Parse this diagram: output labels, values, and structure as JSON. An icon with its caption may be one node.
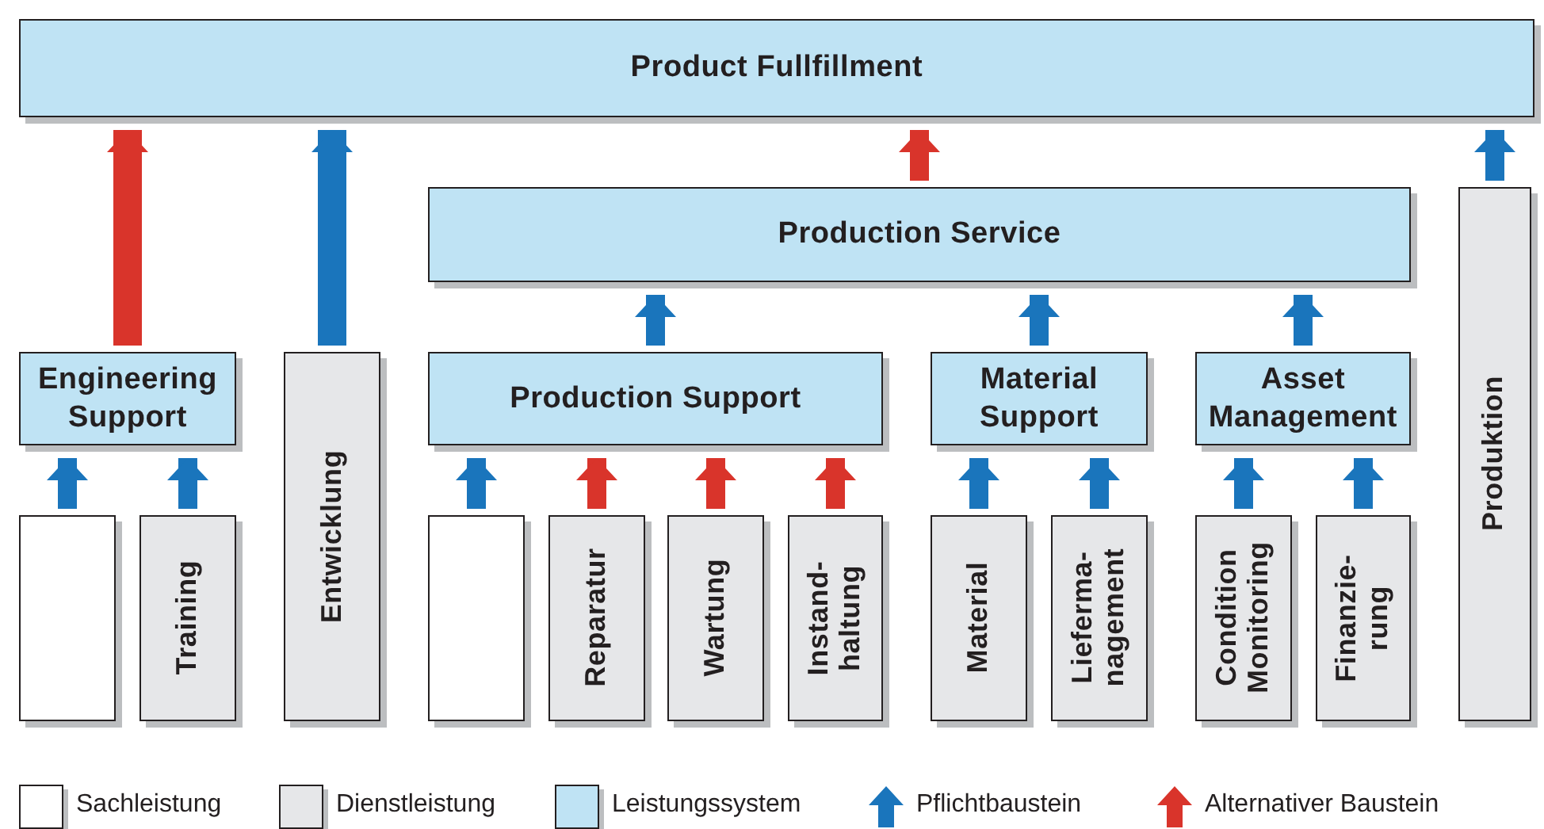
{
  "diagram": {
    "nodes": [
      {
        "text": [
          "Product Fullfillment"
        ]
      },
      {
        "text": [
          "Production Service"
        ]
      },
      {
        "text": [
          "Engineering Support"
        ]
      },
      {
        "text": [
          "Entwicklung"
        ]
      },
      {
        "text": [
          "Production Support"
        ]
      },
      {
        "text": [
          "Material Support"
        ]
      },
      {
        "text": [
          "Asset Management"
        ]
      },
      {
        "text": [
          "Produktion"
        ]
      },
      {
        "text": [],
        "shape": "box"
      },
      {
        "text": [
          "Training"
        ]
      },
      {
        "text": [],
        "shape": "box"
      },
      {
        "text": [
          "Reparatur"
        ]
      },
      {
        "text": [
          "Wartung"
        ]
      },
      {
        "text": [
          "Instand- haltung"
        ]
      },
      {
        "text": [
          "Material"
        ]
      },
      {
        "text": [
          "Lieferma- nagement"
        ]
      },
      {
        "text": [
          "Condition Monitoring"
        ]
      },
      {
        "text": [
          "Finanzie- rung"
        ]
      }
    ],
    "edges": [
      {
        "from": 2,
        "to": 0,
        "arrow": "to",
        "color": "#d9342b"
      },
      {
        "from": 3,
        "to": 0,
        "arrow": "to"
      },
      {
        "from": 1,
        "to": 0,
        "arrow": "to",
        "color": "#d9342b"
      },
      {
        "from": 7,
        "to": 0,
        "arrow": "to"
      },
      {
        "from": 4,
        "to": 1,
        "arrow": "to"
      },
      {
        "from": 5,
        "to": 1,
        "arrow": "to"
      },
      {
        "from": 6,
        "to": 1,
        "arrow": "to"
      },
      {
        "from": 8,
        "to": 2,
        "arrow": "to"
      },
      {
        "from": 9,
        "to": 2,
        "arrow": "to"
      },
      {
        "from": 10,
        "to": 4,
        "arrow": "to"
      },
      {
        "from": 11,
        "to": 4,
        "arrow": "to",
        "color": "#d9342b"
      },
      {
        "from": 12,
        "to": 4,
        "arrow": "to",
        "color": "#d9342b"
      },
      {
        "from": 13,
        "to": 4,
        "arrow": "to",
        "color": "#d9342b"
      },
      {
        "from": 14,
        "to": 5,
        "arrow": "to"
      },
      {
        "from": 15,
        "to": 5,
        "arrow": "to"
      },
      {
        "from": 16,
        "to": 6,
        "arrow": "to"
      },
      {
        "from": 17,
        "to": 6,
        "arrow": "to"
      }
    ],
    "legend": [
      {
        "text": "Sachleistung",
        "color": "#ffffff"
      },
      {
        "text": "Dienstleistung",
        "color": "#e6e7e9"
      },
      {
        "text": "Leistungssystem",
        "color": "#bfe3f4"
      },
      {
        "text": "Pflichtbaustein"
      },
      {
        "text": "Alternativer Baustein"
      }
    ]
  }
}
